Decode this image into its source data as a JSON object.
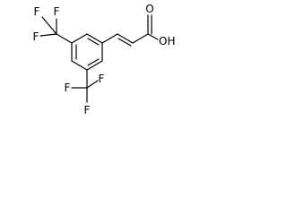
{
  "molecule": {
    "atoms": {
      "f_top_left": "F",
      "f_top_mid": "F",
      "f_top_lower": "F",
      "f_bot_left": "F",
      "f_bot_right": "F",
      "f_bot_lower": "F",
      "carbonyl_o": "O",
      "hydroxyl": "OH"
    },
    "colors": {
      "bond": "#000000",
      "text": "#000000",
      "background": "#ffffff"
    }
  }
}
